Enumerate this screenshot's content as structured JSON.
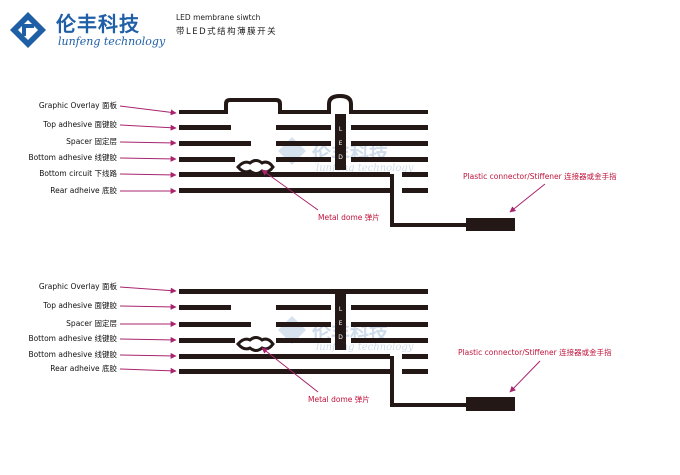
{
  "brand": {
    "name_cn": "伦丰科技",
    "name_en": "lunfeng technology"
  },
  "header": {
    "title_en": "LED membrane siwtch",
    "title_cn": "带LED式结构薄膜开关"
  },
  "colors": {
    "layer": "#231815",
    "arrow": "#a8246e",
    "red_label": "#c0143c",
    "brand_blue": "#1f5fa6"
  },
  "diagram_top": {
    "layers": [
      "Graphic Overlay 面板",
      "Top adhesive 面键胶",
      "Spacer 固定层",
      "Bottom adhesive 线键胶",
      "Bottom circuit 下线路",
      "Rear adheive 底胶"
    ],
    "led_label": "LED",
    "metal_dome_label": "Metal dome 弹片",
    "connector_label": "Plastic connector/Stiffener 连接器或金手指"
  },
  "diagram_bottom": {
    "layers": [
      "Graphic Overlay 面板",
      "Top adhesive 面键胶",
      "Spacer 固定层",
      "Bottom adhesive 线键胶",
      "Bottom adhesive 线键胶",
      "Rear adheive 底胶"
    ],
    "led_label": "LED",
    "metal_dome_label": "Metal dome 弹片",
    "connector_label": "Plastic connector/Stiffener 连接器或金手指"
  }
}
